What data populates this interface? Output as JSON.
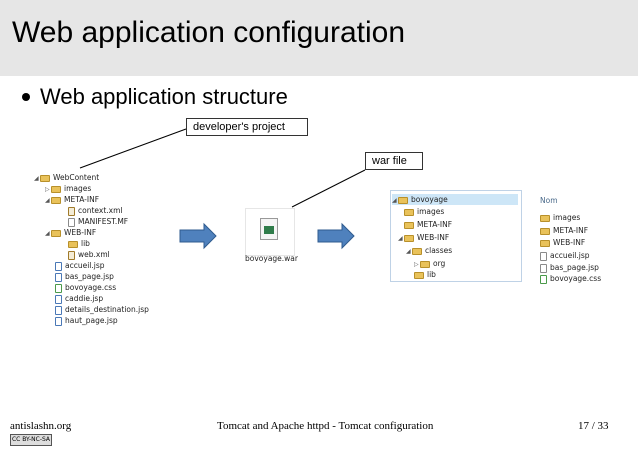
{
  "slide": {
    "title": "Web application configuration",
    "bullet": "Web application structure",
    "callouts": {
      "project": "developer's project",
      "war": "war file"
    }
  },
  "tree": {
    "items": [
      {
        "label": "WebContent",
        "icon": "folder"
      },
      {
        "label": "images",
        "icon": "folder"
      },
      {
        "label": "META-INF",
        "icon": "folder"
      },
      {
        "label": "context.xml",
        "icon": "xml"
      },
      {
        "label": "MANIFEST.MF",
        "icon": "file"
      },
      {
        "label": "WEB-INF",
        "icon": "folder"
      },
      {
        "label": "lib",
        "icon": "folder"
      },
      {
        "label": "web.xml",
        "icon": "xml"
      },
      {
        "label": "accueil.jsp",
        "icon": "jsp"
      },
      {
        "label": "bas_page.jsp",
        "icon": "jsp"
      },
      {
        "label": "bovoyage.css",
        "icon": "css"
      },
      {
        "label": "caddie.jsp",
        "icon": "jsp"
      },
      {
        "label": "details_destination.jsp",
        "icon": "jsp"
      },
      {
        "label": "haut_page.jsp",
        "icon": "jsp"
      }
    ]
  },
  "war": {
    "label": "bovoyage.war"
  },
  "explorer": {
    "left": [
      "bovoyage",
      "images",
      "META-INF",
      "WEB-INF",
      "classes",
      "org",
      "lib"
    ],
    "header": "Nom",
    "right": [
      "images",
      "META-INF",
      "WEB-INF",
      "accueil.jsp",
      "bas_page.jsp",
      "bovoyage.css"
    ]
  },
  "footer": {
    "left": "antislashn.org",
    "center": "Tomcat and Apache httpd - Tomcat configuration",
    "right": "17 / 33",
    "license": "CC BY-NC-SA"
  },
  "colors": {
    "title_bar": "#e6e6e6",
    "arrow_blue": "#4f81bd"
  }
}
